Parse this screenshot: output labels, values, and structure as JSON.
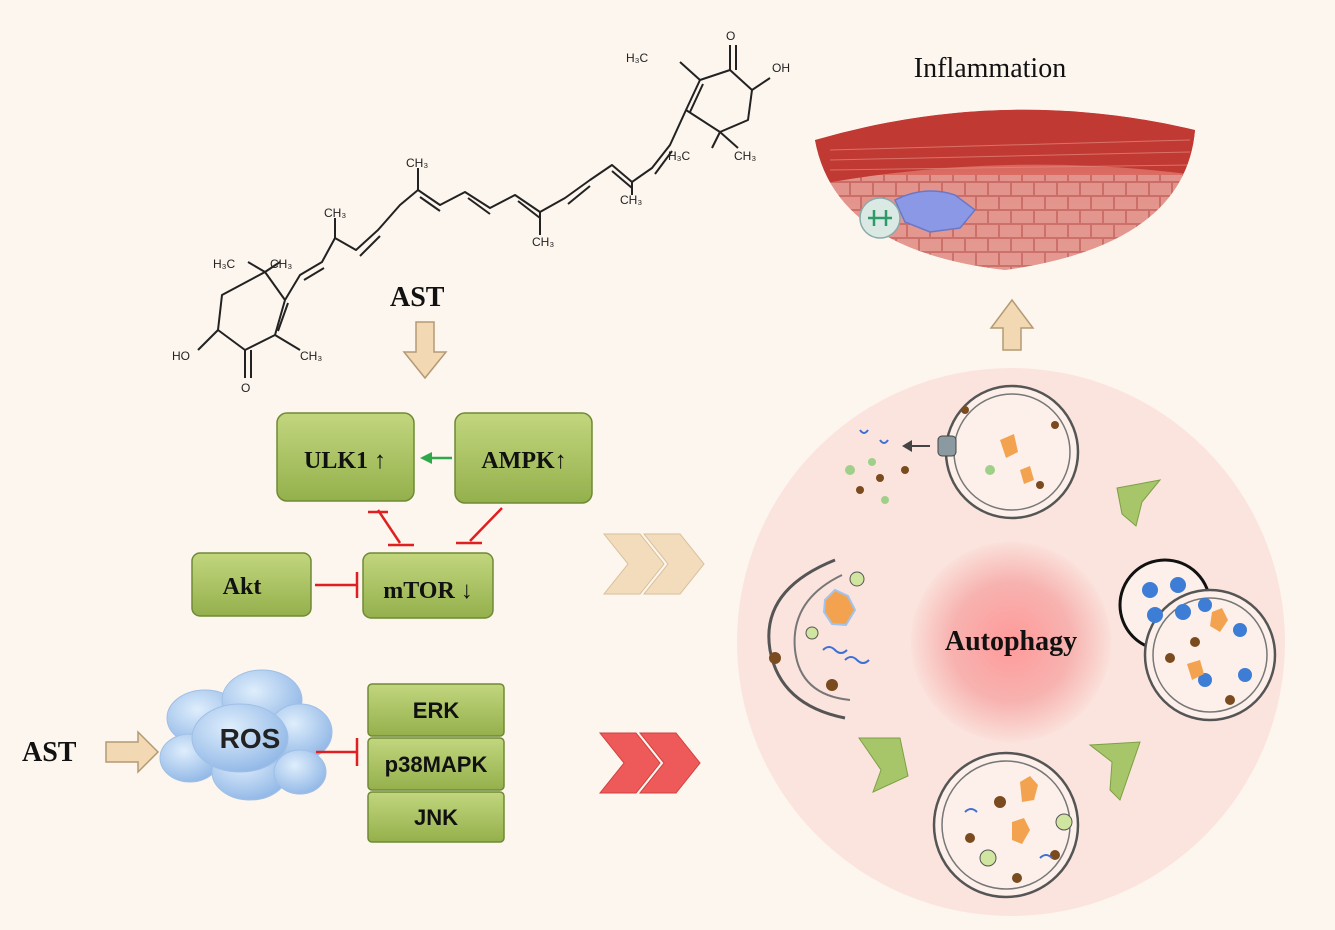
{
  "molecule": {
    "label": "AST",
    "groups": {
      "h3c": "H₃C",
      "ch3": "CH₃",
      "oh": "OH",
      "ho": "HO",
      "o": "O"
    }
  },
  "mtor_pathway": {
    "ulk1": "ULK1 ↑",
    "ampk": "AMPK↑",
    "akt": "Akt",
    "mtor": "mTOR ↓"
  },
  "ros_pathway": {
    "ast_label": "AST",
    "ros_label": "ROS",
    "erk": "ERK",
    "p38": "p38MAPK",
    "jnk": "JNK"
  },
  "autophagy": {
    "center_label": "Autophagy"
  },
  "outcome": {
    "label": "Inflammation"
  },
  "colors": {
    "background": "#fdf6ee",
    "box_fill": "#a9c262",
    "box_stroke": "#6f8a34",
    "inhibit": "#e02020",
    "activate": "#2ea84a",
    "arrow_fill": "#f2d9b3",
    "chevron_light": "#f2dcbc",
    "chevron_red": "#ee5a5a",
    "chevron_green": "#a7c66a",
    "circle_fill": "#fbe4de",
    "center_red": "#f06060",
    "ros_cloud": "#a9c9ef"
  }
}
